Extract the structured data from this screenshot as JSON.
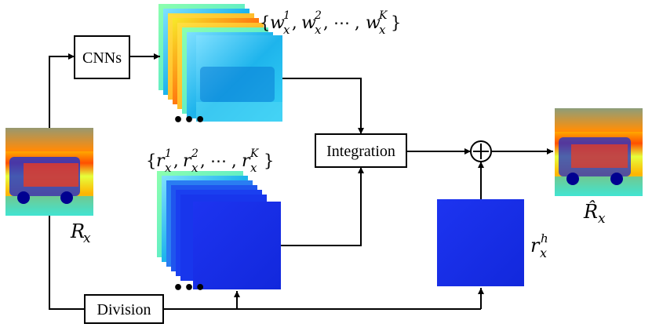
{
  "boxes": {
    "cnns": "CNNs",
    "integration": "Integration",
    "division": "Division"
  },
  "labels": {
    "input_var": "R",
    "input_sub": "x",
    "output_var": "R̂",
    "output_sub": "x",
    "high_var": "r",
    "high_sub": "x",
    "high_sup": "h",
    "weights_set": {
      "open": "{",
      "sym": "w",
      "sub": "x",
      "sup1": "1",
      "sup2": "2",
      "supK": "K",
      "sep": ",",
      "ellipsis": "⋯",
      "close": "}"
    },
    "residual_set": {
      "open": "{",
      "sym": "r",
      "sub": "x",
      "sup1": "1",
      "sup2": "2",
      "supK": "K",
      "sep": ",",
      "ellipsis": "⋯",
      "close": "}"
    },
    "stack_dots": "•••",
    "plus": "+"
  },
  "colors": {
    "heatmap": [
      "#0000c8",
      "#1e90ff",
      "#19d2e6",
      "#7dffb4",
      "#e6ff3c",
      "#ffb400",
      "#ff5000",
      "#c80000"
    ],
    "residual_blue": "#1a2fe8",
    "weight_cyan": "#29c4f0"
  },
  "icons": {
    "sum_node": "circle-plus-icon"
  }
}
